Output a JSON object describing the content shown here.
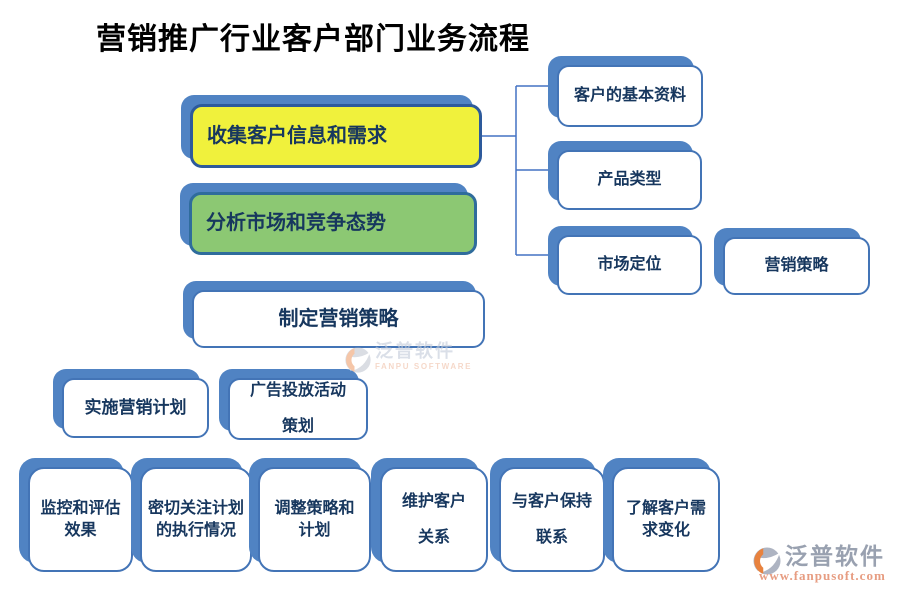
{
  "title": "营销推广行业客户部门业务流程",
  "nodes": {
    "collect": {
      "label": "收集客户信息和需求",
      "fill": "#F0F13C"
    },
    "analyze": {
      "label": "分析市场和竞争态势",
      "fill": "#8CC873"
    },
    "strategy": {
      "label": "制定营销策略",
      "fill": "#FFFFFF"
    },
    "implement": {
      "label": "实施营销计划",
      "fill": "#FFFFFF"
    },
    "ad_plan": {
      "label": "广告投放活动\n策划",
      "fill": "#FFFFFF"
    },
    "monitor": {
      "label": "监控和评估\n效果",
      "fill": "#FFFFFF"
    },
    "follow": {
      "label": "密切关注计划\n的执行情况",
      "fill": "#FFFFFF"
    },
    "adjust": {
      "label": "调整策略和\n计划",
      "fill": "#FFFFFF"
    },
    "maintain": {
      "label": "维护客户\n关系",
      "fill": "#FFFFFF"
    },
    "keep_contact": {
      "label": "与客户保持\n联系",
      "fill": "#FFFFFF"
    },
    "understand": {
      "label": "了解客户需\n求变化",
      "fill": "#FFFFFF"
    },
    "customer_basic_info": {
      "label": "客户的基本资料",
      "fill": "#FFFFFF"
    },
    "product_type": {
      "label": "产品类型",
      "fill": "#FFFFFF"
    },
    "market_positioning": {
      "label": "市场定位",
      "fill": "#FFFFFF"
    },
    "marketing_strategy": {
      "label": "营销策略",
      "fill": "#FFFFFF"
    }
  },
  "colors": {
    "shadow_blue": "#5083C3",
    "box_border_blue": "#4374B6",
    "text_navy": "#17375E",
    "connector_blue": "#4472C4",
    "highlight_yellow": "#F0F13C",
    "highlight_green": "#8CC873",
    "title_black": "#000000"
  },
  "watermark_center": {
    "brand": "泛普软件",
    "subtitle": "FANPU SOFTWARE"
  },
  "watermark_bottom_right": {
    "brand": "泛普软件",
    "subtitle": "www.fanpusoft.com"
  }
}
